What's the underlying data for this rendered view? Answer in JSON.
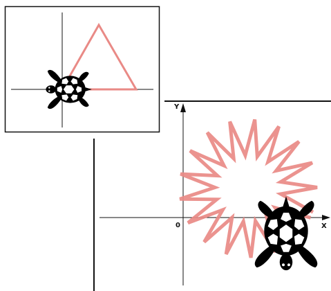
{
  "colors": {
    "background": "#ffffff",
    "stroke": "#111111",
    "pattern": "#e98a86",
    "turtle": "#000000"
  },
  "panel_small": {
    "pattern": "triangle",
    "turtle_heading": "left",
    "icon": "turtle-icon"
  },
  "panel_large": {
    "pattern": "star-polygon-ring",
    "turtle_heading": "down",
    "icon": "turtle-icon",
    "axis_y_label": "Y",
    "axis_x_label": "X",
    "origin_label": "0"
  }
}
